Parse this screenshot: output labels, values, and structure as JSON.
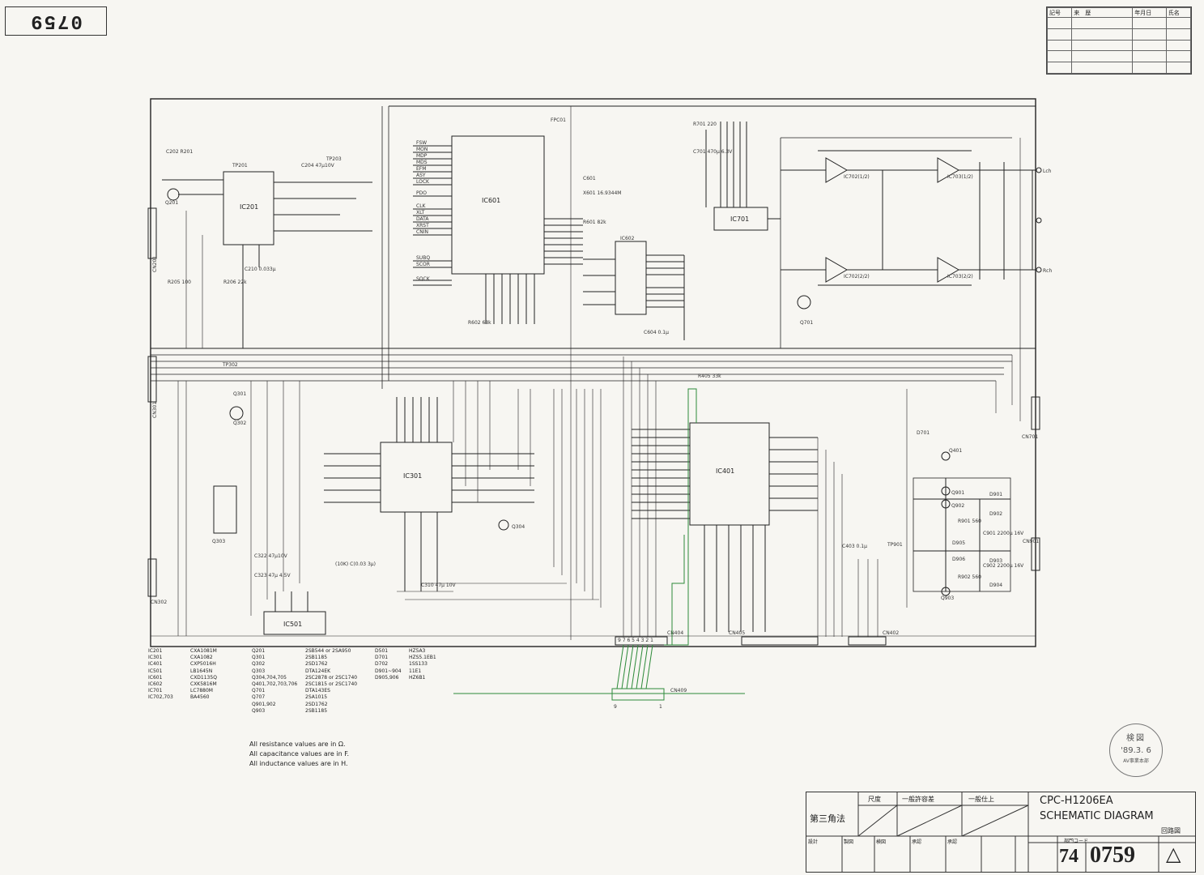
{
  "sheet_number_rotated": "0759",
  "revision_table": {
    "headers": [
      "記号",
      "来　歴",
      "年月日",
      "氏名"
    ]
  },
  "schematic": {
    "ic_labels": [
      "IC201",
      "IC601",
      "IC602",
      "IC701",
      "IC301",
      "IC401",
      "IC501",
      "IC702(1/2)",
      "IC702(2/2)",
      "IC703(1/2)",
      "IC703(2/2)"
    ],
    "connector_labels": [
      "CN201",
      "CN301",
      "CN302",
      "CN701",
      "CN901",
      "CN404",
      "CN405",
      "CN402",
      "CN409"
    ],
    "outputs": [
      "Lch",
      "Rch"
    ],
    "cn409_pins": [
      "9",
      "1"
    ]
  },
  "parts_list_ic": [
    [
      "IC201",
      "CXA1081M"
    ],
    [
      "IC301",
      "CXA1082"
    ],
    [
      "IC401",
      "CXP5016H"
    ],
    [
      "IC501",
      "LB1645N"
    ],
    [
      "IC601",
      "CXD1135Q"
    ],
    [
      "IC602",
      "CXK5816M"
    ],
    [
      "IC701",
      "LC7880M"
    ],
    [
      "IC702,703",
      "BA4560"
    ]
  ],
  "parts_list_q": [
    [
      "Q201",
      "2SB544 or 2SA950"
    ],
    [
      "Q301",
      "2SB1185"
    ],
    [
      "Q302",
      "2SD1762"
    ],
    [
      "Q303",
      "DTA124EK"
    ],
    [
      "Q304,704,705",
      "2SC2878 or 2SC1740"
    ],
    [
      "Q401,702,703,706",
      "2SC1815 or 2SC1740"
    ],
    [
      "Q701",
      "DTA143ES"
    ],
    [
      "Q707",
      "2SA1015"
    ],
    [
      "Q901,902",
      "2SD1762"
    ],
    [
      "Q903",
      "2SB1185"
    ]
  ],
  "parts_list_d": [
    [
      "D501",
      "HZ5A3"
    ],
    [
      "D701",
      "HZS5.1EB1"
    ],
    [
      "D702",
      "1SS133"
    ],
    [
      "D901~904",
      "11E1"
    ],
    [
      "D905,906",
      "HZ6B1"
    ]
  ],
  "notes": [
    "All resistance values are in Ω.",
    "All capacitance values are in F.",
    "All inductance values are in H."
  ],
  "stamp": {
    "line1": "検図",
    "date": "'89.3. 6",
    "dept": "AV事業本部"
  },
  "title_block": {
    "projection": "第三角法",
    "scale_label": "尺度",
    "tolerance_label": "一般許容差",
    "finish_label": "一般仕上",
    "model": "CPC-H1206EA",
    "drawing_title": "SCHEMATIC DIAGRAM",
    "category": "回路図",
    "design_label": "設計",
    "drawn_label": "製図",
    "checked_label": "検図",
    "approved_label": "承認",
    "date_label": "承認",
    "drawing_code_label": "部門コード",
    "drawing_prefix": "74",
    "drawing_number": "0759",
    "revision_mark": "△"
  },
  "colors": {
    "ink": "#222222",
    "green_wiring": "#2e8b3a",
    "brown_labels": "#8a4a2a",
    "paper": "#f7f6f2"
  }
}
